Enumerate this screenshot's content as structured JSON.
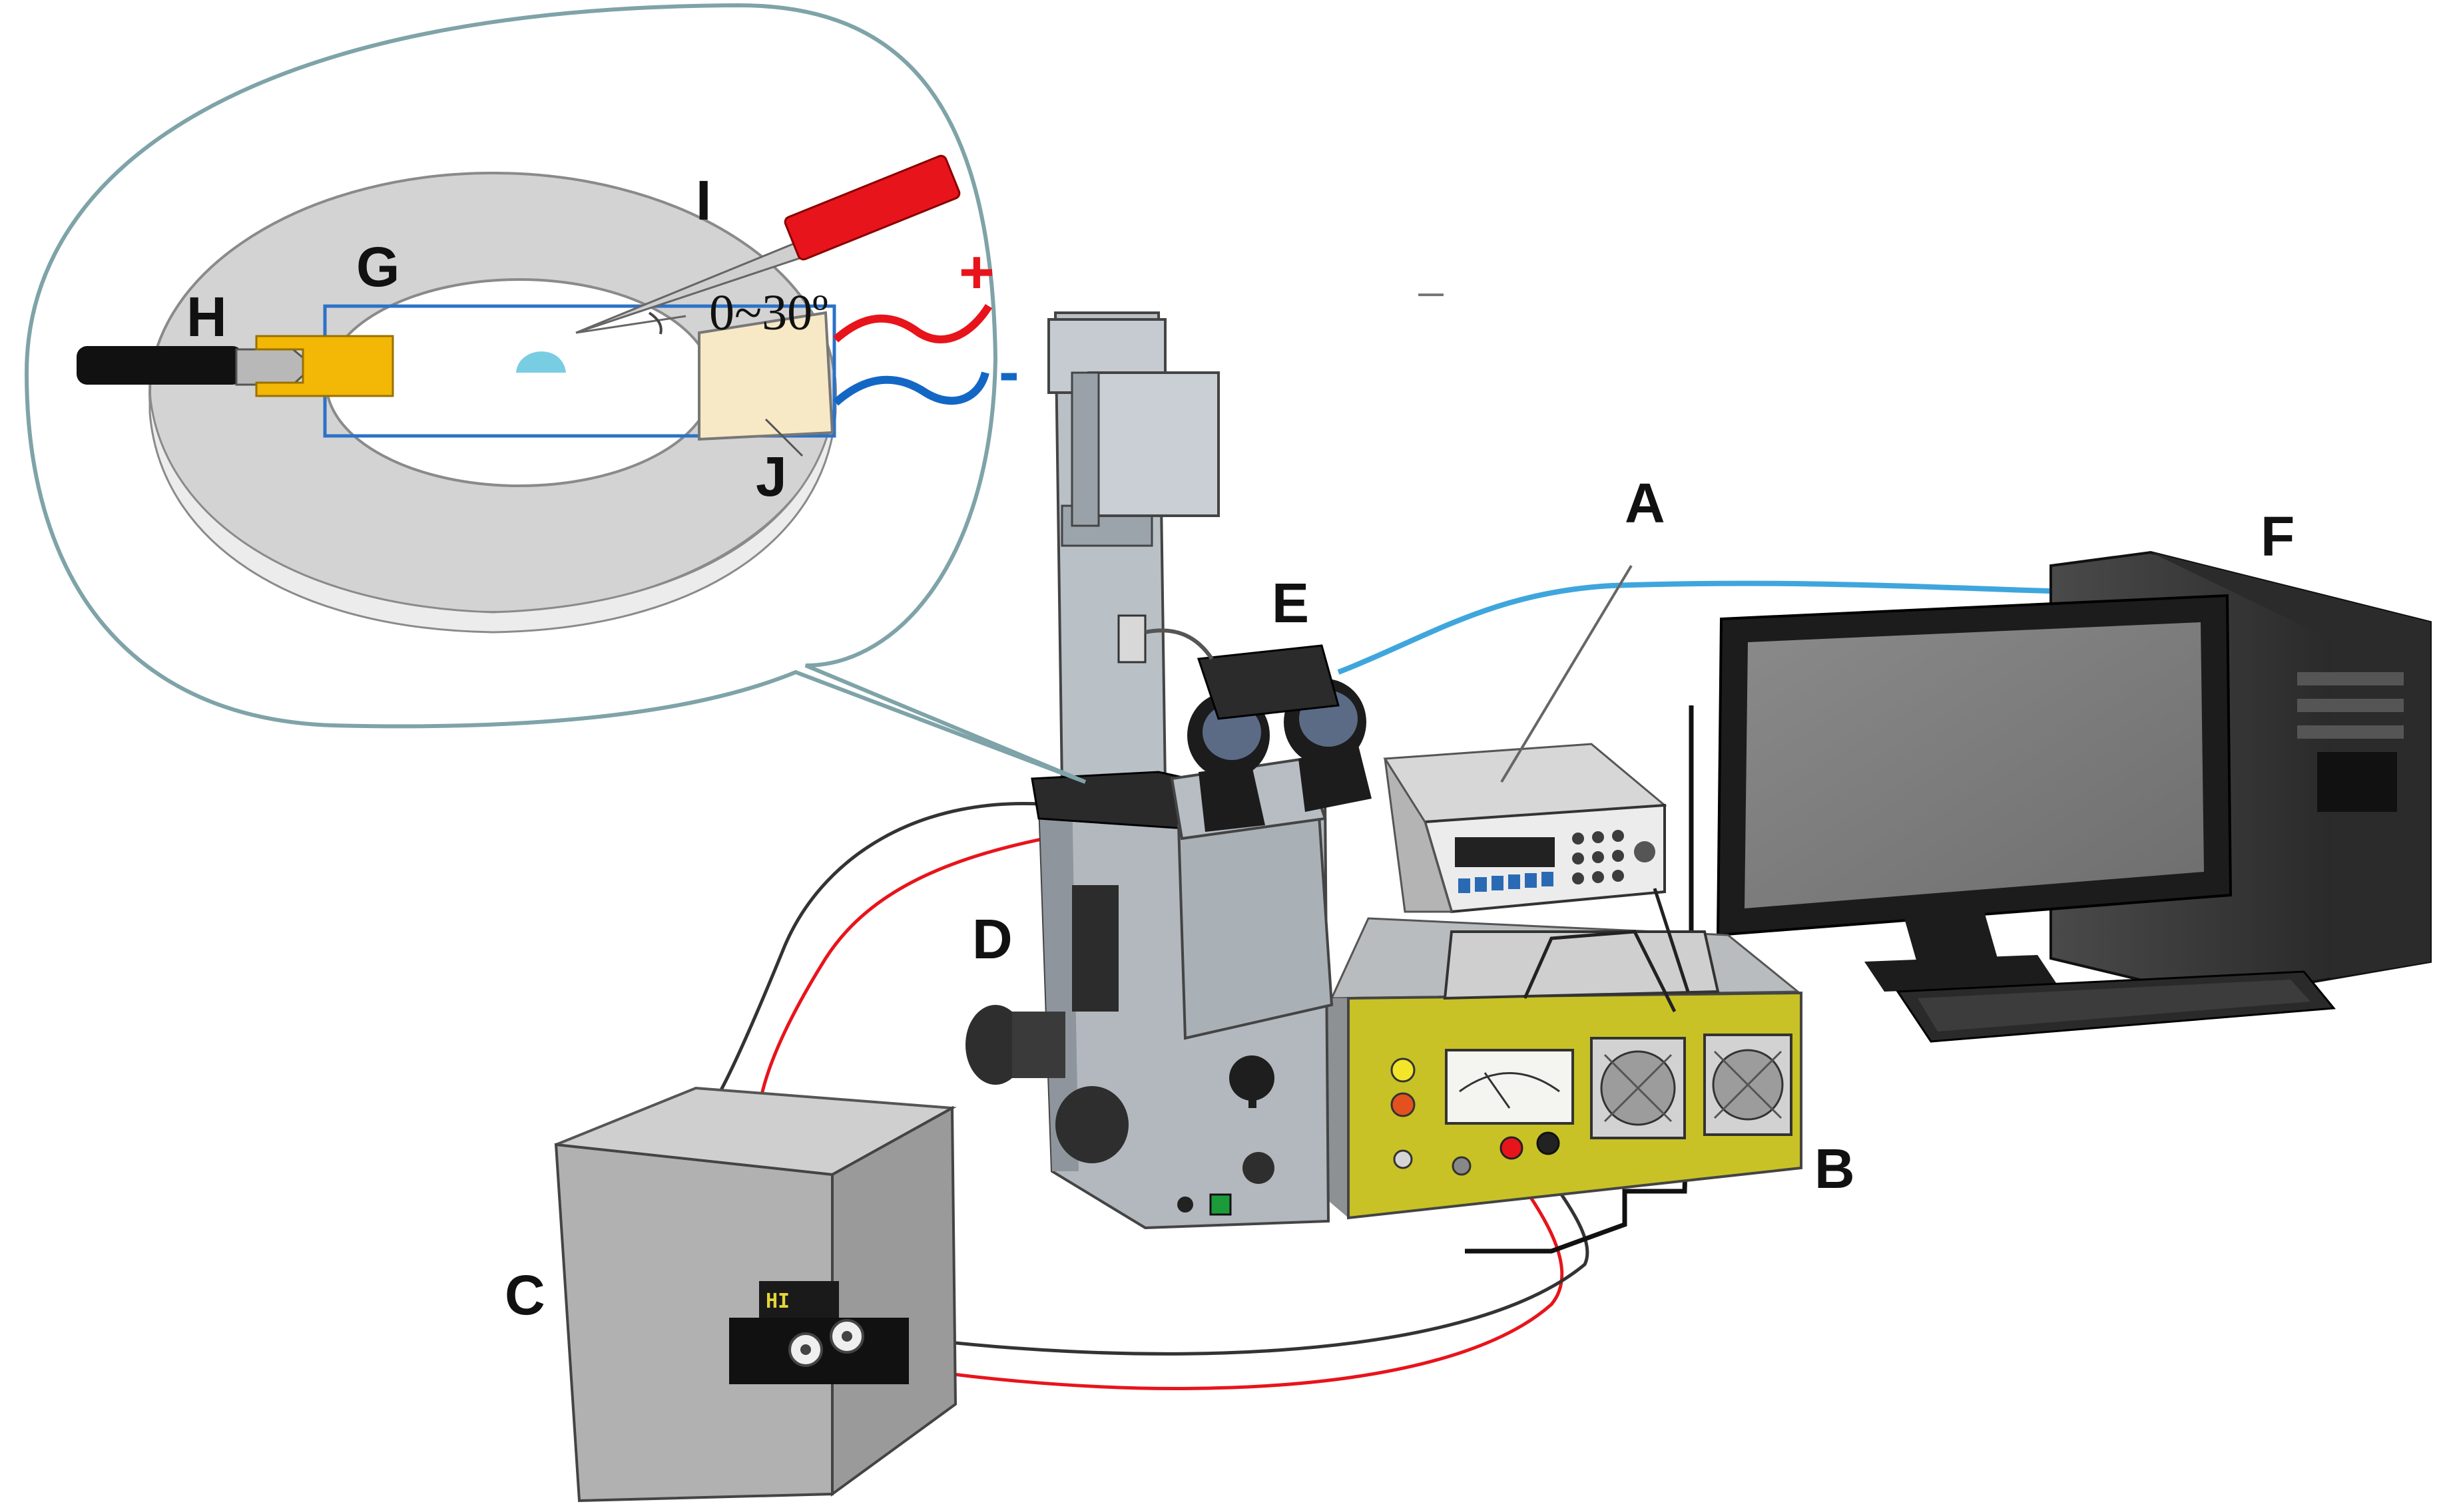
{
  "labels": {
    "A": "A",
    "B": "B",
    "C": "C",
    "D": "D",
    "E": "E",
    "F": "F",
    "G": "G",
    "H": "H",
    "I": "I",
    "J": "J"
  },
  "callout": {
    "angle": "0~30º",
    "positive": "+",
    "negative": "-"
  },
  "power_box": {
    "display": "HI"
  },
  "colors": {
    "positive_wire": "#e8141b",
    "negative_wire": "#1367c4",
    "data_cable": "#3fa6dd",
    "power_supply_panel": "#c8c226",
    "electrode_holder": "#f3b705",
    "droplet": "#79cde3",
    "pipette": "#e8141b",
    "contact_pad": "#f7e9c6"
  }
}
